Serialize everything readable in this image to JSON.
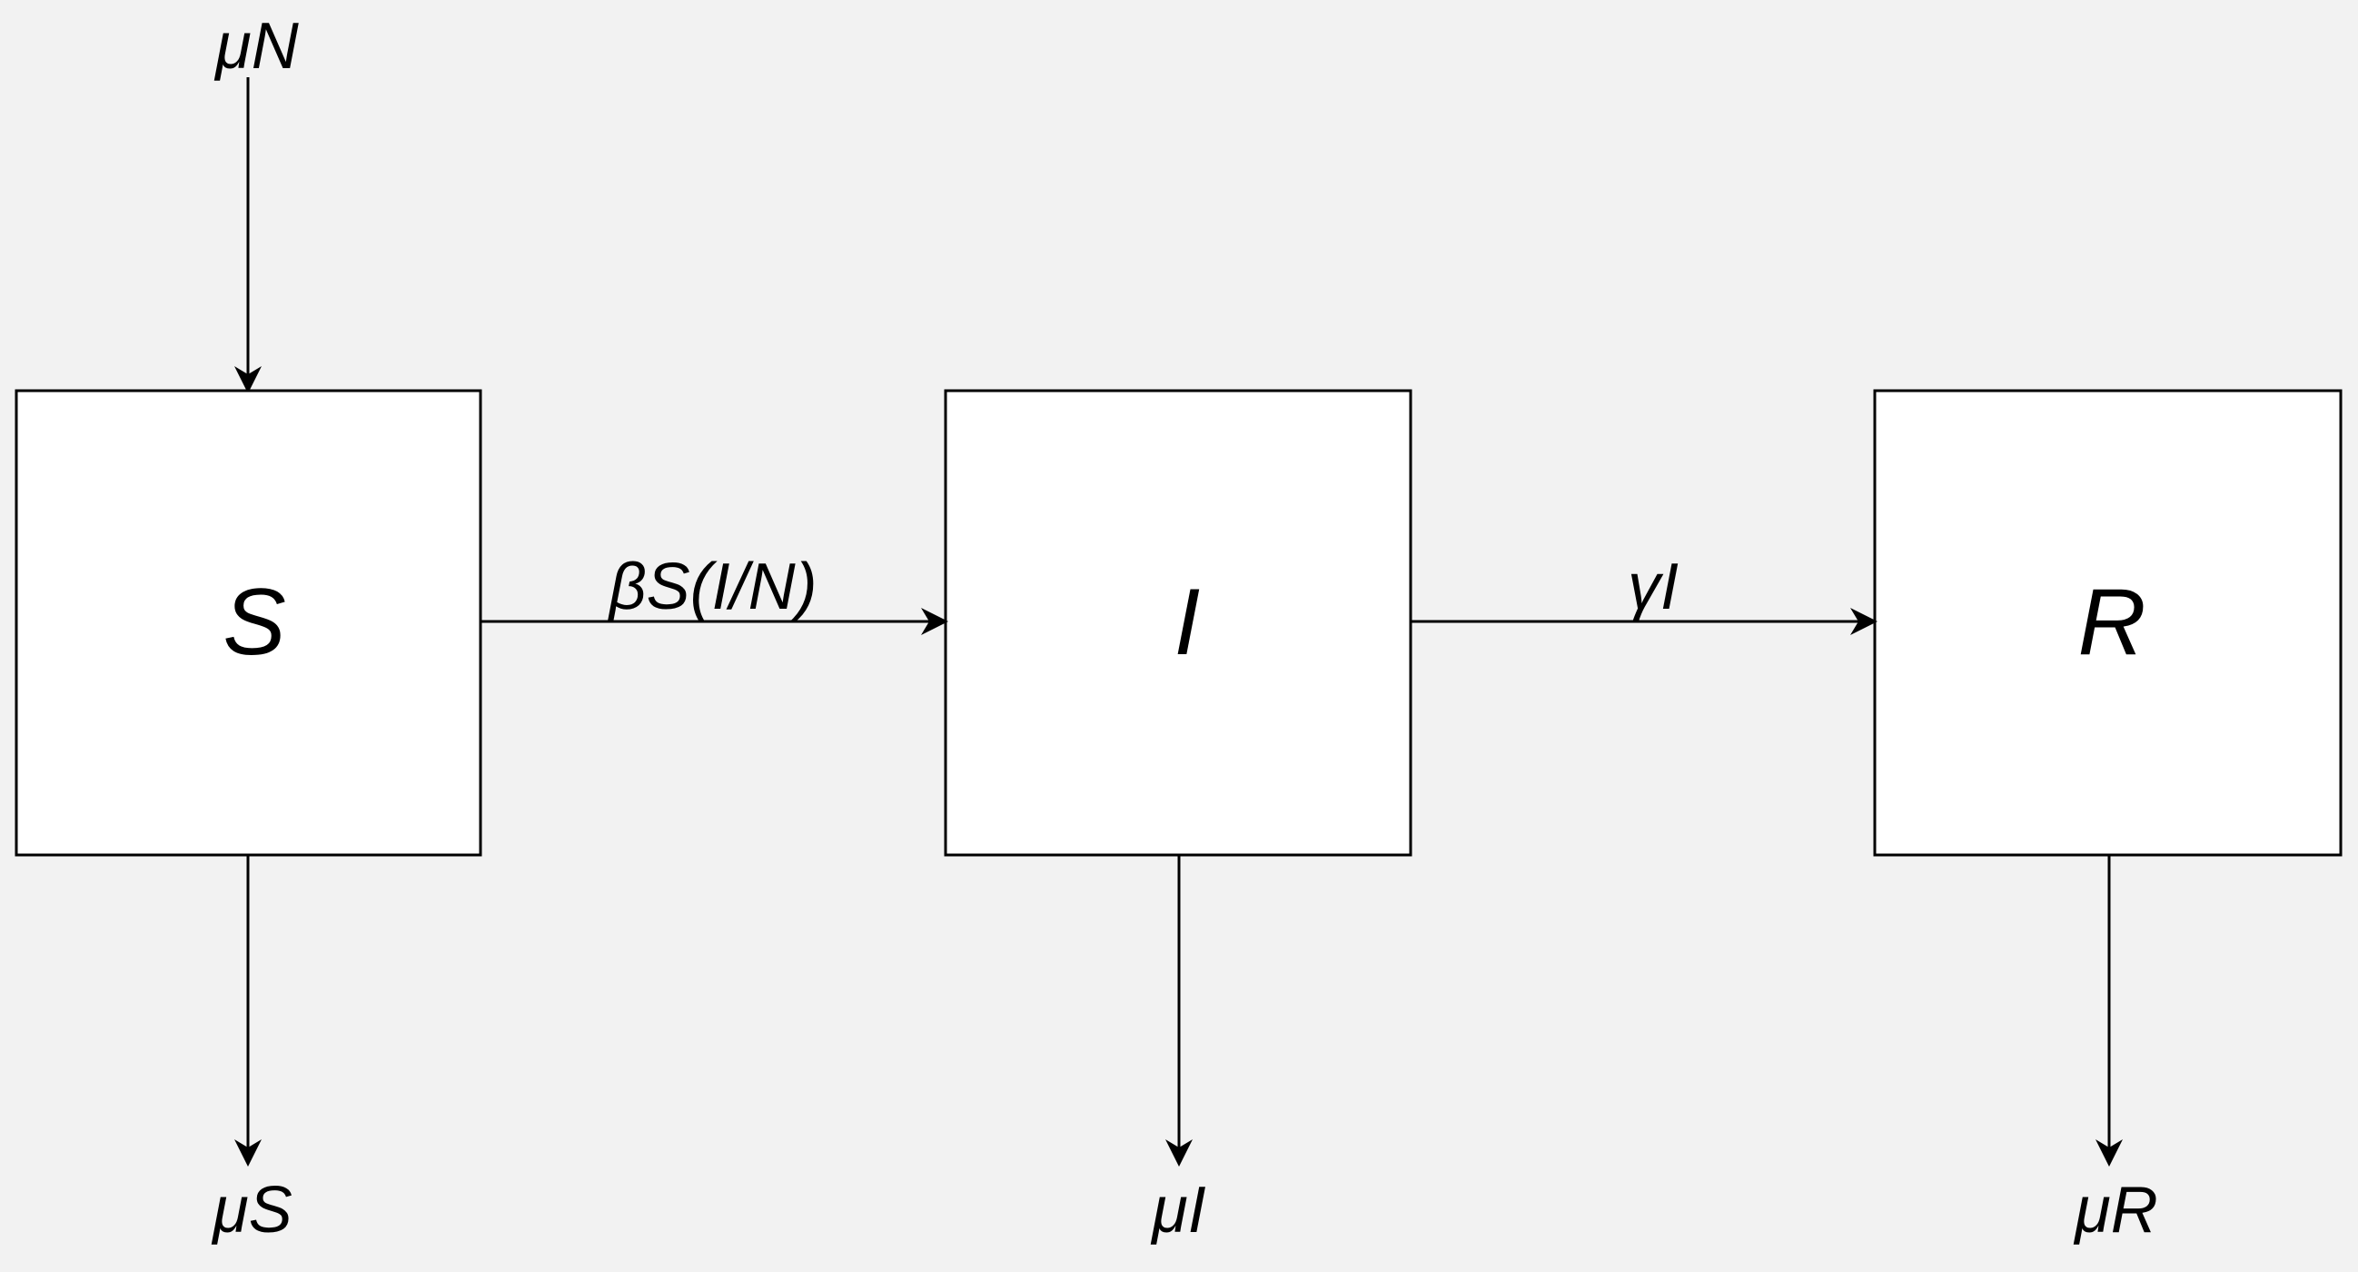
{
  "diagram": {
    "nodes": [
      {
        "id": "S",
        "label": "S"
      },
      {
        "id": "I",
        "label": "I"
      },
      {
        "id": "R",
        "label": "R"
      }
    ],
    "edges": [
      {
        "from": "birth",
        "to": "S",
        "label": "μN"
      },
      {
        "from": "S",
        "to": "I",
        "label": "βS(I/N)"
      },
      {
        "from": "I",
        "to": "R",
        "label": "γI"
      },
      {
        "from": "S",
        "to": "death",
        "label": "μS"
      },
      {
        "from": "I",
        "to": "death",
        "label": "μI"
      },
      {
        "from": "R",
        "to": "death",
        "label": "μR"
      }
    ],
    "colors": {
      "background": "#f2f2f2",
      "box_fill": "#ffffff",
      "stroke": "#000000"
    }
  }
}
